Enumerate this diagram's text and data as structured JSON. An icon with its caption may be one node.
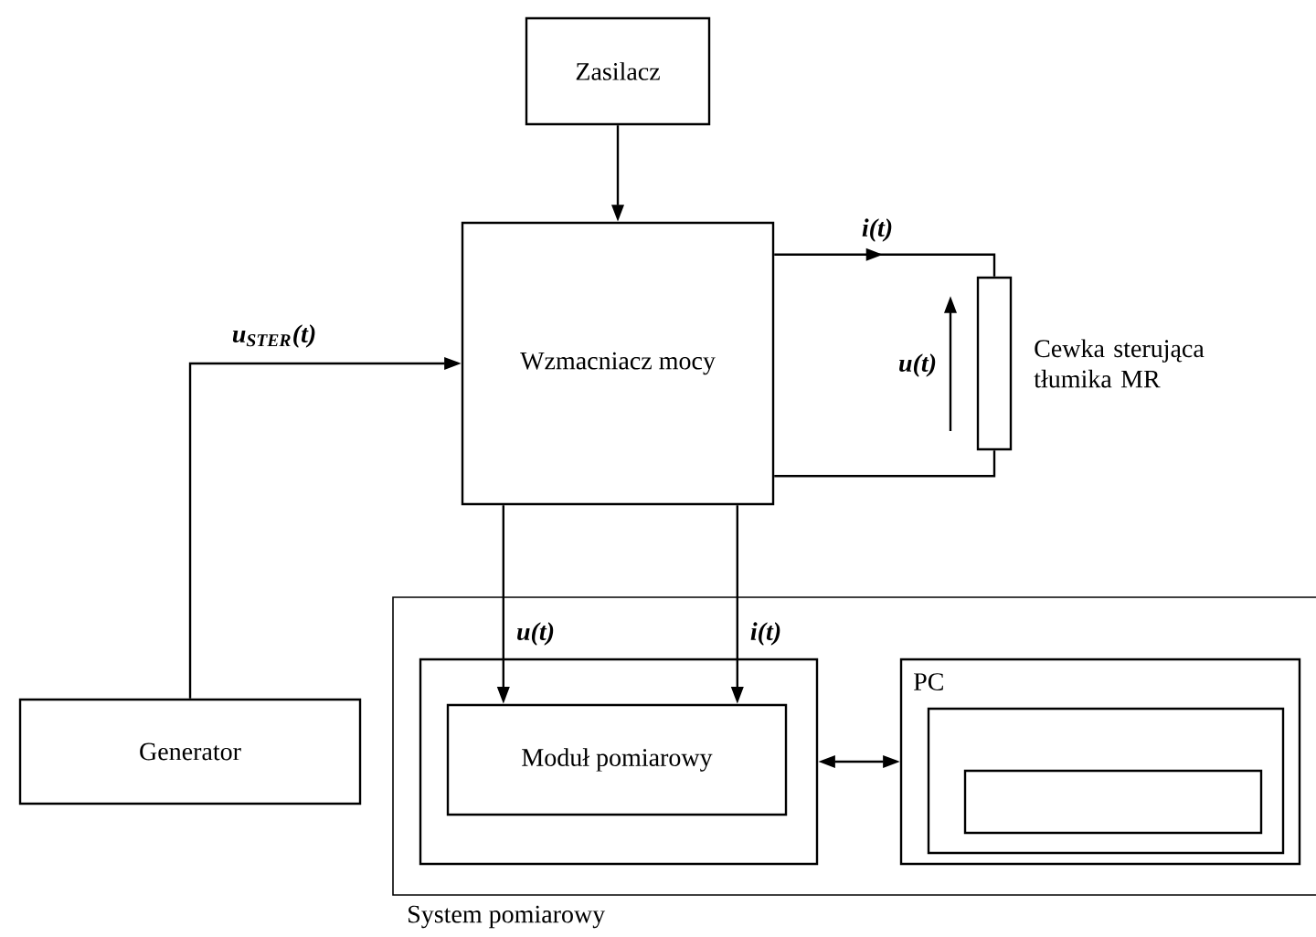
{
  "diagram": {
    "nodes": [
      {
        "text": [
          "Zasilacz"
        ]
      },
      {
        "text": [
          "Wzmacniacz mocy"
        ]
      },
      {
        "text": [],
        "shape": "box",
        "beside": [
          "Cewka sterująca tłumika MR"
        ]
      },
      {
        "text": [
          "Generator"
        ]
      },
      {
        "text": [
          "System pomiarowy"
        ]
      },
      {
        "text": [],
        "shape": "box",
        "in": 4
      },
      {
        "text": [
          "Moduł pomiarowy"
        ],
        "in": 5
      },
      {
        "text": [
          "PC"
        ],
        "in": 4
      },
      {
        "text": [],
        "shape": "box",
        "in": 7
      },
      {
        "text": [],
        "shape": "box",
        "in": 8
      }
    ],
    "edges": [
      {
        "from": 0,
        "to": 1,
        "arrow": "to"
      },
      {
        "from": 3,
        "to": 1,
        "arrow": "to",
        "label": "u$_{STER}$(t)"
      },
      {
        "from": 1,
        "to": 2,
        "arrow": "to",
        "label": "i(t)"
      },
      {
        "from": 2,
        "to": 1,
        "arrow": "none"
      },
      {
        "from": 1,
        "to": 6,
        "arrow": "to",
        "label": "u(t)"
      },
      {
        "from": 1,
        "to": 6,
        "arrow": "to",
        "label": "i(t)"
      },
      {
        "from": 5,
        "to": 7,
        "arrow": "both"
      }
    ],
    "labels": [
      "u(t)"
    ]
  }
}
